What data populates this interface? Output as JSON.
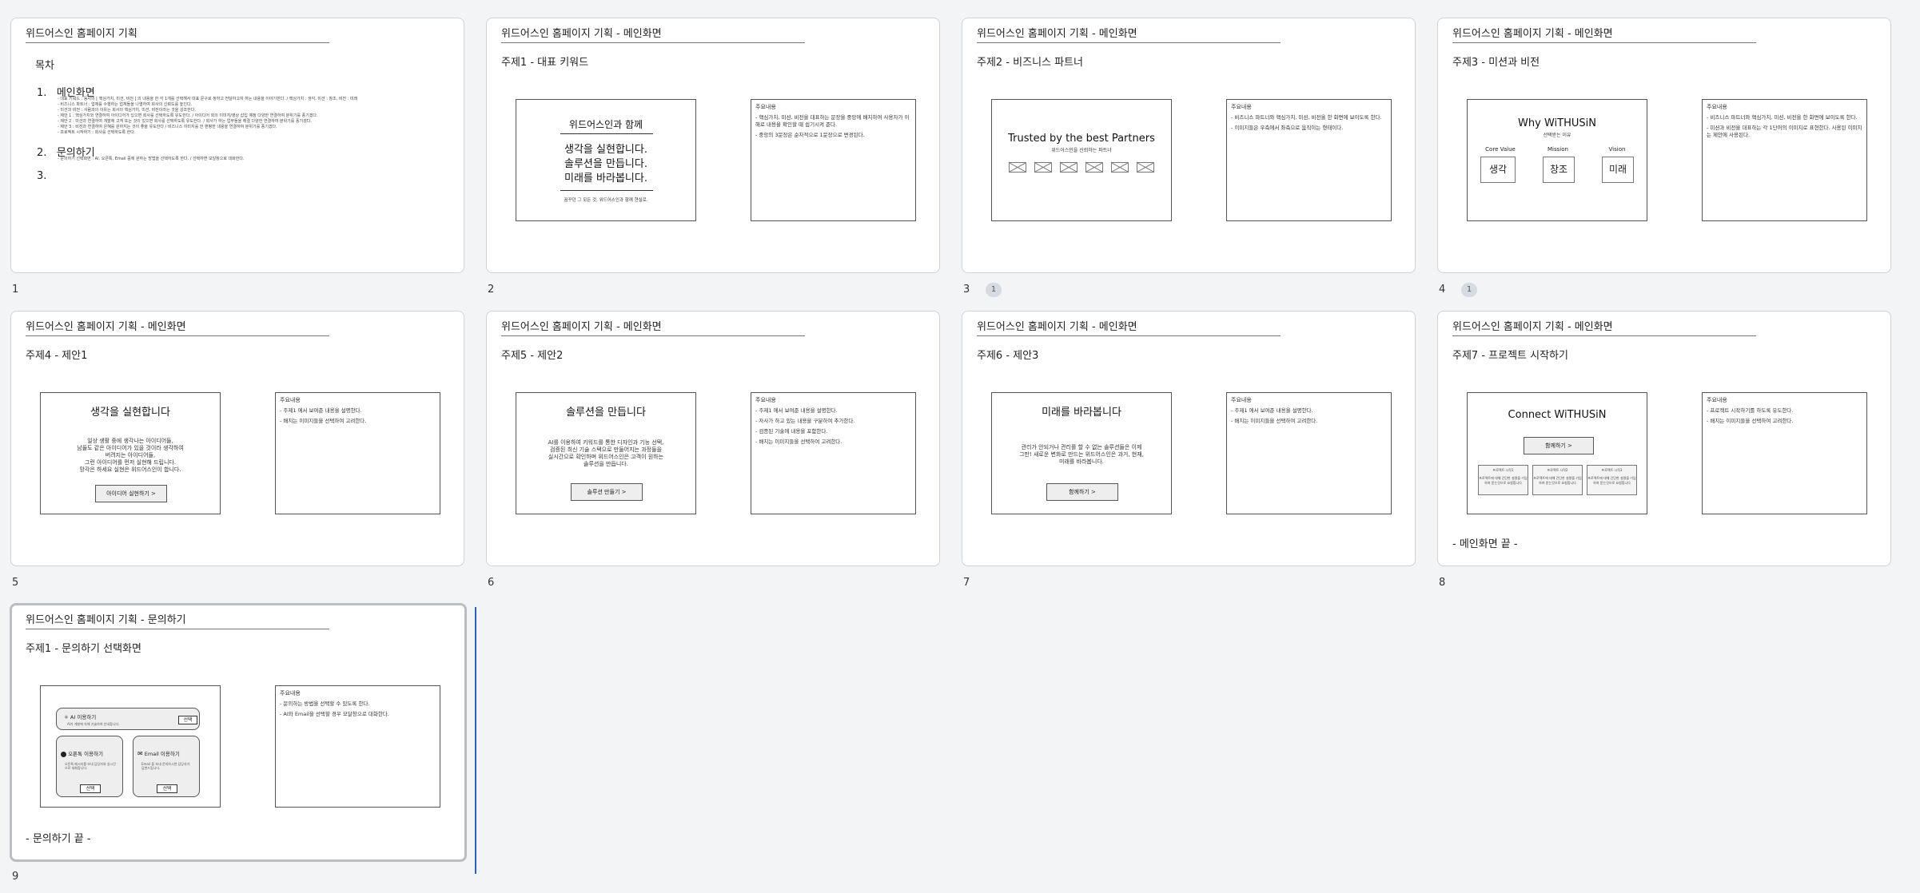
{
  "slides": [
    {
      "num": "1",
      "title": "위드어스인 홈페이지 기획",
      "toc_heading": "목차",
      "toc": [
        {
          "n": "1.",
          "label": "메인화면",
          "details": [
            "- 대표 키워드 : 동사의 [ 핵심가치, 미션, 비전 ] 의 내용을 한 각 1개를 선택해서 대표 문구로 정하고 전달하고자 하는 내용을 이야기한다. / 핵심가치 : 생각, 미션 : 창조, 비전 : 미래",
            "- 비즈니스 파트너 : 업체를 수행하는 업체들을 나열하여 회사의 신뢰도를 높인다.",
            "- 미션과 비전 : 사람과의 이유는 회사의 핵심가치, 미션, 비전이라는 것을 강조한다.",
            "- 제안 1 : 핵심가치와 연결하여 아이디어가 있으면 회사를 선택하도록 유도한다. / 아이디어 회의 이미지/영상 삽입 예정 다양한 연결하여 분위기를 풍기겠다.",
            "- 제안 2 : 미션과 연결하여 개발에 고객 또는 것이 있으면 회사를 선택하도록 유도한다. / 회사가 하는 업무들을 해결 다양한 연결하여 분위기를 풍기겠다.",
            "- 제안 3 : 비전과 연결하여 은혜를 원하지는 것이 좋을 유도한다 / 비즈니스 이미지를 한 편평한 내용을 연결하여 분위기를 풍기겠다.",
            "- 프로젝트 시작하기 : 회사를 선택하도록 한다."
          ]
        },
        {
          "n": "2.",
          "label": "문의하기",
          "details": [
            "- 문의하기 선택화면 : AI, 오픈톡, Email 중에 원하는 방법을 선택하도록 한다. / 선택하면 모달창으로 대화한다."
          ]
        },
        {
          "n": "3.",
          "label": "",
          "details": []
        }
      ]
    },
    {
      "num": "2",
      "title": "위드어스인 홈페이지 기획 - 메인화면",
      "subtitle": "주제1 - 대표 키워드",
      "frame": {
        "head": "위드어스인과 함께",
        "lines": [
          "생각을 실현합니다.",
          "솔루션을 만듭니다.",
          "미래를 바라봅니다."
        ],
        "foot": "꿈꾸던 그 모든 것, 위드어스인과 함께 현실로."
      },
      "notes": {
        "head": "주요내용",
        "lines": [
          "- 핵심가치, 미션, 비전을 대표하는 문장을 중앙에 배치하여 사용자가 이해로 내용을 확인할 때 쉽기시켜 준다.",
          "- 중앙의 3문장은 순차적으로 1문장으로 변경된다."
        ]
      }
    },
    {
      "num": "3",
      "badge": "1",
      "title": "위드어스인 홈페이지 기획 - 메인화면",
      "subtitle": "주제2 - 비즈니스 파트너",
      "frame": {
        "head": "Trusted by the best Partners",
        "sub": "위드어스인을 신뢰하는 파트너"
      },
      "logos": [
        "logo1",
        "logo2",
        "logo3",
        "logo4",
        "logo5",
        "logo6"
      ],
      "notes": {
        "head": "주요내용",
        "lines": [
          "- 비즈니스 파트너와 핵심가치, 미션, 비전을 한 화면에 보이도록 한다.",
          "- 이미지들은 우측에서 좌측으로 움직이는 형태이다."
        ]
      }
    },
    {
      "num": "4",
      "badge": "1",
      "title": "위드어스인 홈페이지 기획 - 메인화면",
      "subtitle": "주제3 - 미션과 비전",
      "frame": {
        "head": "Why WiTHUSiN",
        "sub": "선택받는 이유",
        "cols": [
          {
            "label": "Core Value",
            "box": "생각"
          },
          {
            "label": "Mission",
            "box": "창조"
          },
          {
            "label": "Vision",
            "box": "미래"
          }
        ]
      },
      "notes": {
        "head": "주요내용",
        "lines": [
          "- 비즈니스 파트너와 핵심가치, 미션, 비전을 한 화면에 보이도록 한다.",
          "- 미션과 비전을 대표하는 각 1단어의 이미지로 표현한다. 사용된 이미지는 제안에 사용된다."
        ]
      }
    },
    {
      "num": "5",
      "title": "위드어스인 홈페이지 기획 - 메인화면",
      "subtitle": "주제4 - 제안1",
      "frame": {
        "head": "생각을 실현합니다",
        "lines": [
          "일상 생활 중에 생각나는 아이디어들,",
          "남들도 같은 아이디어가 있을 것이라 생각하여",
          "버려지는 아이디어들,",
          "그런 아이디어를 먼저 실현해 드립니다.",
          "망각은 하세요 실현은 위드어스인이 합니다."
        ],
        "button": "아이디어 실현하기 >"
      },
      "notes": {
        "head": "주요내용",
        "lines": [
          "- 주제1 에서 보여준 내용을 설명한다.",
          "- 배치는 이미지들을 선택하여 고려한다."
        ]
      }
    },
    {
      "num": "6",
      "title": "위드어스인 홈페이지 기획 - 메인화면",
      "subtitle": "주제5 - 제안2",
      "frame": {
        "head": "솔루션을 만듭니다",
        "lines": [
          "AI를 이용하여 키워드를 통한 디자인과 기능 선택,",
          "검증된 최신 기술 스택으로 만들어지는 과정들을",
          "실시간으로 확인하며 위드어스인은 고객이 원하는",
          "솔루션을 만듭니다."
        ],
        "button": "솔루션 만들기 >"
      },
      "notes": {
        "head": "주요내용",
        "lines": [
          "- 주제1 에서 보여준 내용을 설명한다.",
          "- 자사가 하고 있는 내용을 구분하여 추가한다.",
          "- 검증된 기술에 내용을 포함한다.",
          "- 배치는 이미지들을 선택하여 고려한다."
        ]
      }
    },
    {
      "num": "7",
      "title": "위드어스인 홈페이지 기획 - 메인화면",
      "subtitle": "주제6 - 제안3",
      "frame": {
        "head": "미래를 바라봅니다",
        "lines": [
          "관리가 안되거나 관리를 할 수 없는 솔루션들은 이제",
          "그만! 새로운 변화로 만드는 위드어스인은 과거, 현재,",
          "미래를 바라봅니다."
        ],
        "button": "함께하기 >"
      },
      "notes": {
        "head": "주요내용",
        "lines": [
          "- 주제1 에서 보여준 내용을 설명한다.",
          "- 배치는 이미지들을 선택하여 고려한다."
        ]
      }
    },
    {
      "num": "8",
      "title": "위드어스인 홈페이지 기획 - 메인화면",
      "subtitle": "주제7 - 프로젝트 시작하기",
      "frame": {
        "head": "Connect WiTHUSiN",
        "button": "함께하기 >",
        "cards": [
          {
            "head": "프로젝트 시작1",
            "text": "프로젝트에 대해 간단한 설명을 기입하여 받는것으로 요청합니다"
          },
          {
            "head": "프로젝트 시작2",
            "text": "프로젝트에 대해 간단한 설명을 기입하여 받는것으로 요청합니다"
          },
          {
            "head": "프로젝트 시작3",
            "text": "프로젝트에 대해 간단한 설명을 기입하여 받는것으로 요청합니다"
          }
        ]
      },
      "notes": {
        "head": "주요내용",
        "lines": [
          "- 프로젝트 시작하기를 하도록 유도한다.",
          "- 배치는 이미지들을 선택하여 고려한다."
        ]
      },
      "ending": "- 메인화면 끝 -"
    },
    {
      "num": "9",
      "title": "위드어스인 홈페이지 기획 - 문의하기",
      "subtitle": "주제1 - 문의하기 선택화면",
      "frame": {
        "ai": {
          "label": "AI 이용하기",
          "desc": "AI가 개발에 속해 기술하여 안내합니다.",
          "btn": "선택"
        },
        "talk": {
          "label": "오픈톡 이용하기",
          "desc": "오픈톡 메시지를 보내 담당자와 실시간으로 대화합니다.",
          "btn": "선택"
        },
        "email": {
          "label": "Email 이용하기",
          "desc": "Email 을 보내 문의하시면 담당자가 답변드립니다.",
          "btn": "선택"
        }
      },
      "notes": {
        "head": "주요내용",
        "lines": [
          "- 문의하는 방법을 선택할 수 있도록 한다.",
          "- AI와 Email을 선택할 경우 모달창으로 대화한다."
        ]
      },
      "ending": "- 문의하기 끝 -"
    }
  ]
}
